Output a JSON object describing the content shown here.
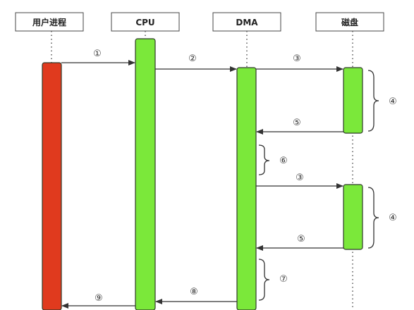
{
  "colors": {
    "process_bar": "#e03a1e",
    "active_bar": "#7be83a",
    "bar_stroke": "#2f3a2a",
    "arrow": "#333333",
    "lifeline": "#555555",
    "header_stroke": "#444444"
  },
  "lanes": [
    {
      "key": "process",
      "label": "用户进程"
    },
    {
      "key": "cpu",
      "label": "CPU"
    },
    {
      "key": "dma",
      "label": "DMA"
    },
    {
      "key": "disk",
      "label": "磁盘"
    }
  ],
  "steps": [
    {
      "key": "s1",
      "label": "①"
    },
    {
      "key": "s2",
      "label": "②"
    },
    {
      "key": "s3a",
      "label": "③"
    },
    {
      "key": "s4a",
      "label": "④"
    },
    {
      "key": "s5a",
      "label": "⑤"
    },
    {
      "key": "s6",
      "label": "⑥"
    },
    {
      "key": "s3b",
      "label": "③"
    },
    {
      "key": "s4b",
      "label": "④"
    },
    {
      "key": "s5b",
      "label": "⑤"
    },
    {
      "key": "s7",
      "label": "⑦"
    },
    {
      "key": "s8",
      "label": "⑧"
    },
    {
      "key": "s9",
      "label": "⑨"
    }
  ]
}
